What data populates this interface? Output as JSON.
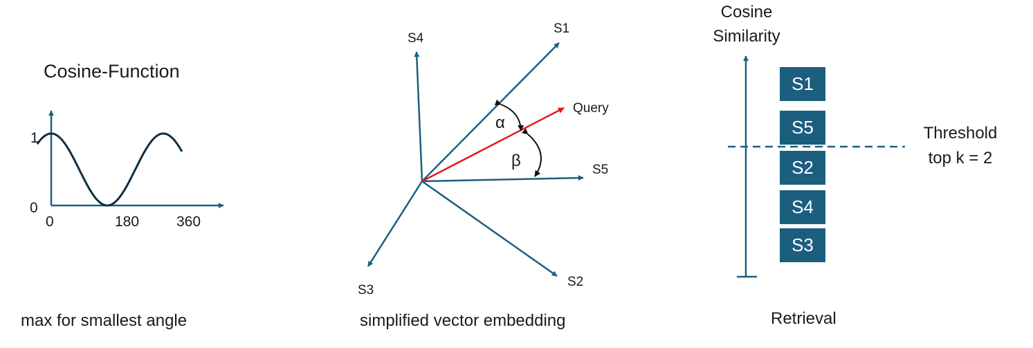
{
  "cosine_panel": {
    "title": "Cosine-Function",
    "y_tick_1": "1",
    "y_tick_0": "0",
    "x_ticks": [
      "0",
      "180",
      "360"
    ],
    "caption": "max for smallest angle"
  },
  "vector_panel": {
    "vector_labels": [
      "S1",
      "S4",
      "Query",
      "S5",
      "S3",
      "S2"
    ],
    "angle_labels": [
      "α",
      "β"
    ],
    "caption": "simplified vector embedding",
    "query_color": "#e8161b"
  },
  "retrieval_panel": {
    "axis_title_line1": "Cosine",
    "axis_title_line2": "Similarity",
    "ranking": [
      "S1",
      "S5",
      "S2",
      "S4",
      "S3"
    ],
    "threshold_line1": "Threshold",
    "threshold_line2": "top k = 2",
    "caption": "Retrieval"
  },
  "colors": {
    "primary": "#1b5e7e",
    "curve": "#0f2e44",
    "query": "#e8161b"
  }
}
